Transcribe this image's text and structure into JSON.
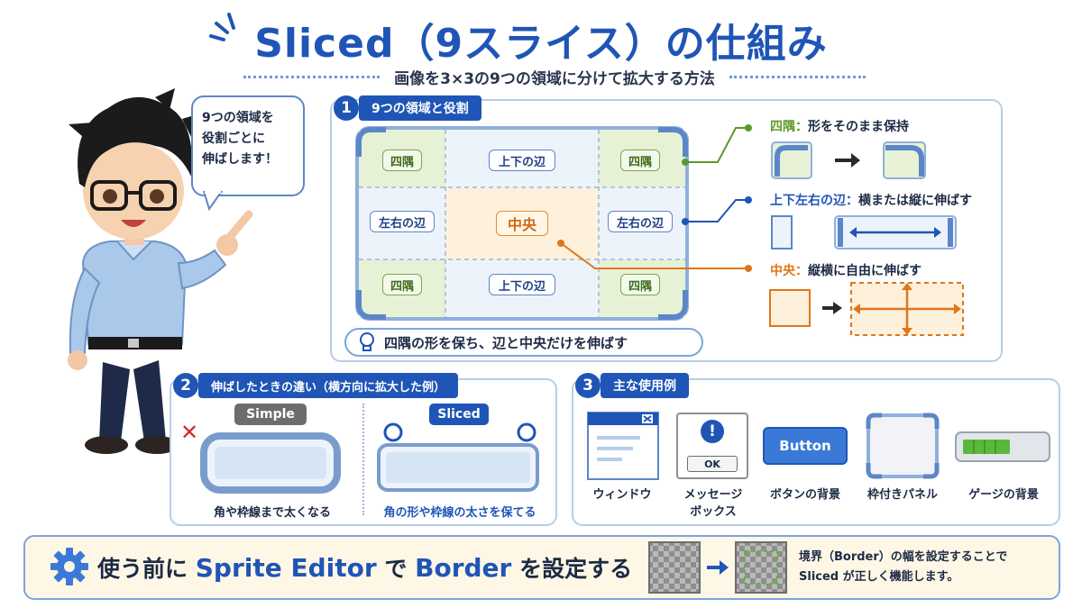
{
  "title": "Sliced（9スライス）の仕組み",
  "subtitle": "画像を3×3の9つの領域に分けて拡大する方法",
  "bubble": [
    "9つの領域を",
    "役割ごとに",
    "伸ばします！"
  ],
  "section1": {
    "num": "1",
    "title": "9つの領域と役割",
    "cells": {
      "corner": "四隅",
      "top_bottom": "上下の辺",
      "left_right": "左右の辺",
      "center": "中央"
    },
    "legend": [
      {
        "label": "四隅",
        "sep": "：",
        "desc": "形をそのまま保持",
        "color": "#5b9a2a"
      },
      {
        "label": "上下左右の辺",
        "sep": "：",
        "desc": "横または縦に伸ばす",
        "color": "#1f55b6"
      },
      {
        "label": "中央",
        "sep": "：",
        "desc": "縦横に自由に伸ばす",
        "color": "#e0761a"
      }
    ],
    "tip": "四隅の形を保ち、辺と中央だけを伸ばす"
  },
  "section2": {
    "num": "2",
    "title": "伸ばしたときの違い（横方向に拡大した例）",
    "simple": {
      "label": "Simple",
      "mark": "✕",
      "caption": "角や枠線まで太くなる"
    },
    "sliced": {
      "label": "Sliced",
      "caption": "角の形や枠線の太さを保てる"
    }
  },
  "section3": {
    "num": "3",
    "title": "主な使用例",
    "items": [
      {
        "label": "ウィンドウ"
      },
      {
        "label": "メッセージ",
        "label2": "ボックス",
        "ok": "OK",
        "mark": "!"
      },
      {
        "label": "ボタンの背景",
        "button": "Button"
      },
      {
        "label": "枠付きパネル"
      },
      {
        "label": "ゲージの背景"
      }
    ]
  },
  "footer": {
    "pre": "使う前に",
    "em1": "Sprite Editor",
    "mid": "で",
    "em2": "Border",
    "post": "を設定する",
    "note": [
      "境界（Border）の幅を設定することで",
      "Sliced が正しく機能します。"
    ]
  },
  "colors": {
    "primary": "#1f55b6",
    "green": "#5b9a2a",
    "orange": "#e0761a",
    "red": "#d42a2a",
    "panel_border": "#b8cde9"
  }
}
